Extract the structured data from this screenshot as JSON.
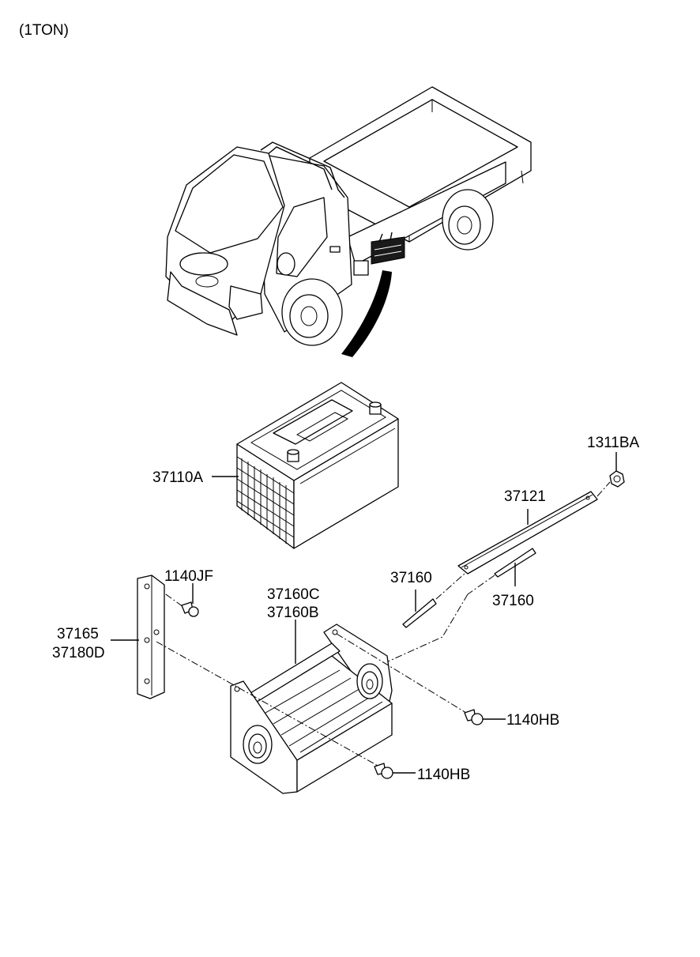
{
  "variant_label": "(1TON)",
  "callouts": {
    "battery": "37110A",
    "nut": "1311BA",
    "rod_top": "37121",
    "rod_left": "37160",
    "rod_right": "37160",
    "bolt_top": "1140JF",
    "tray_a": "37160C",
    "tray_b": "37160B",
    "bracket_a": "37165",
    "bracket_b": "37180D",
    "bolt_right": "1140HB",
    "bolt_bottom": "1140HB"
  }
}
